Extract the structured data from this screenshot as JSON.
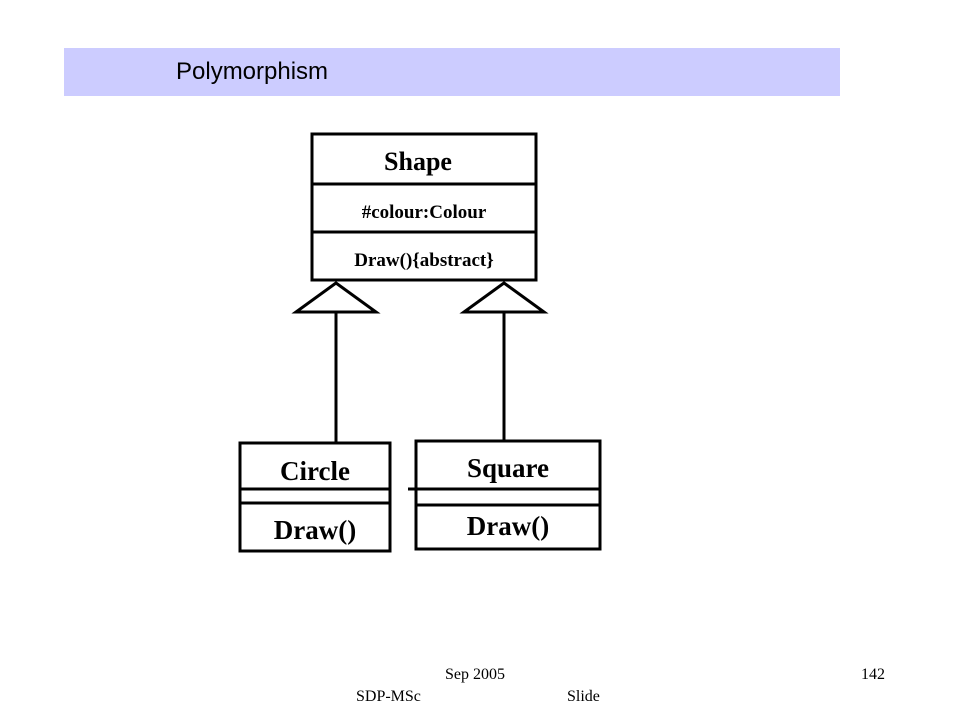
{
  "slide": {
    "title": "Polymorphism"
  },
  "diagram": {
    "parent_class": {
      "name": "Shape",
      "attribute": "#colour:Colour",
      "operation": "Draw(){abstract}"
    },
    "subclasses": [
      {
        "name": "Circle",
        "operation": "Draw()"
      },
      {
        "name": "Square",
        "operation": "Draw()"
      }
    ],
    "relationship": "generalization"
  },
  "footer": {
    "date": "Sep 2005",
    "course": "SDP-MSc",
    "slide_label": "Slide",
    "page_number": "142"
  },
  "colors": {
    "title_bar": "#ccccff",
    "lines": "#000000",
    "background": "#ffffff"
  }
}
